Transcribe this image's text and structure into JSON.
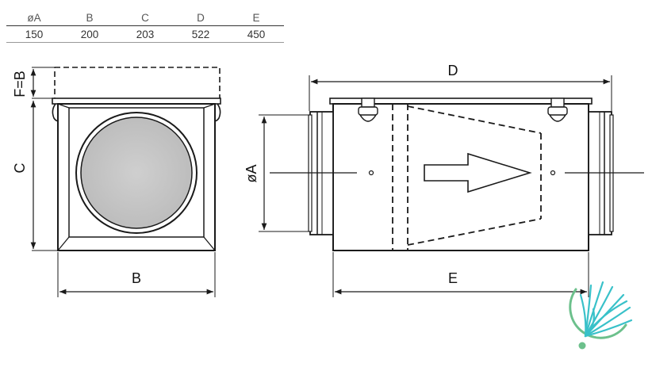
{
  "table": {
    "headers": [
      "øA",
      "B",
      "C",
      "D",
      "E"
    ],
    "values": [
      "150",
      "200",
      "203",
      "522",
      "450"
    ]
  },
  "front_view": {
    "label_f": "F=B",
    "label_c": "C",
    "label_b": "B"
  },
  "side_view": {
    "label_d": "D",
    "label_a": "øA",
    "label_e": "E"
  },
  "colors": {
    "line": "#1a1a1a",
    "fill_gray": "#c9c9c9",
    "logo_teal": "#39c1c9",
    "logo_green": "#6cc08c"
  },
  "icons": [
    "arrow-airflow-icon",
    "brand-logo-icon"
  ]
}
